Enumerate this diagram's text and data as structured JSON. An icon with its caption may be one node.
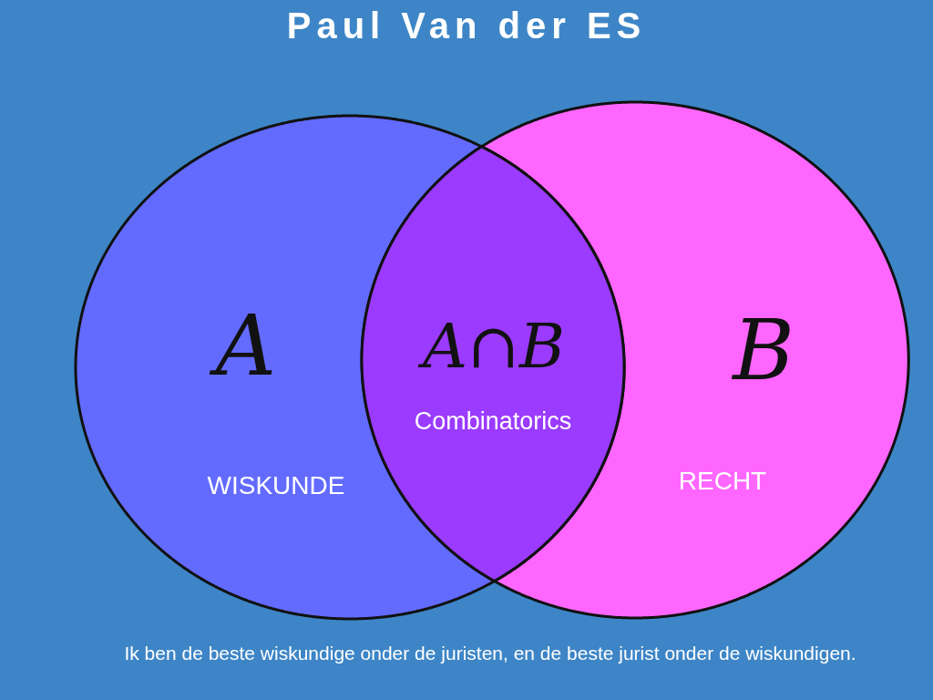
{
  "diagram": {
    "title": "Paul Van der ES",
    "nodes": [
      {
        "text": [
          "A",
          "WISKUNDE"
        ]
      },
      {
        "text": [
          "B",
          "RECHT"
        ]
      },
      {
        "text": [
          "A∩B",
          "Combinatorics"
        ]
      }
    ],
    "edges": [],
    "caption": "Ik ben de beste wiskundige onder de juristen, en de beste jurist onder de wiskundigen."
  }
}
